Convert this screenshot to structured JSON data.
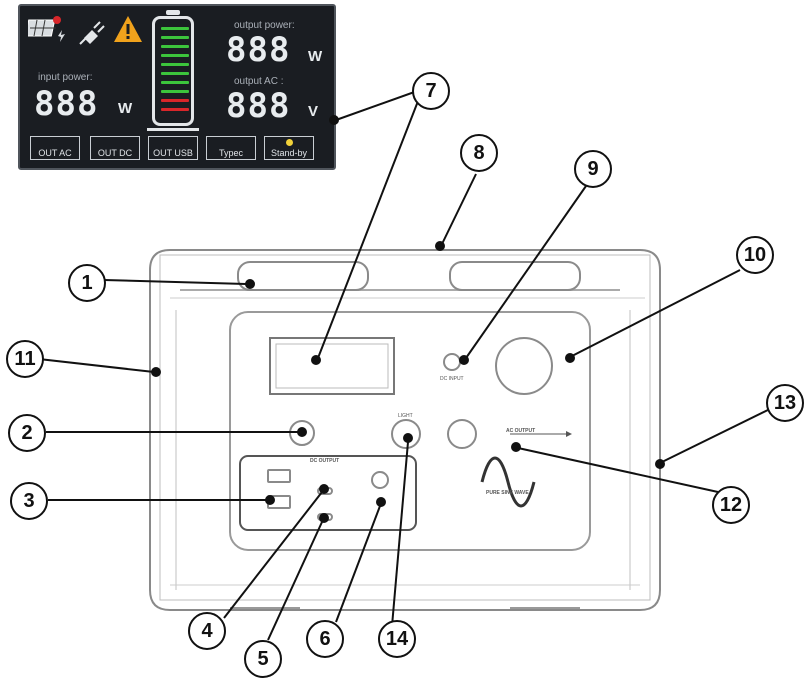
{
  "lcd": {
    "input_power_label": "input power:",
    "input_power_value": "888",
    "input_power_unit": "W",
    "output_power_label": "output power:",
    "output_power_value": "888",
    "output_power_unit": "W",
    "output_ac_label": "output AC :",
    "output_ac_value": "888",
    "output_ac_unit": "V",
    "buttons": [
      "OUT AC",
      "OUT DC",
      "OUT USB",
      "Typec",
      "Stand-by"
    ],
    "battery_colors": {
      "green": "#3cc43c",
      "red": "#d8262a",
      "yellow": "#f2d23a",
      "warning": "#f0a21c"
    },
    "battery_level_bars": 10
  },
  "device": {
    "dc_output_label": "DC OUTPUT",
    "light_label": "LIGHT",
    "dc_input_label": "DC INPUT",
    "ac_output_label": "AC OUTPUT",
    "sine_label": "PURE SINE WAVE"
  },
  "callouts": [
    "1",
    "2",
    "3",
    "4",
    "5",
    "6",
    "7",
    "8",
    "9",
    "10",
    "11",
    "12",
    "13",
    "14"
  ]
}
